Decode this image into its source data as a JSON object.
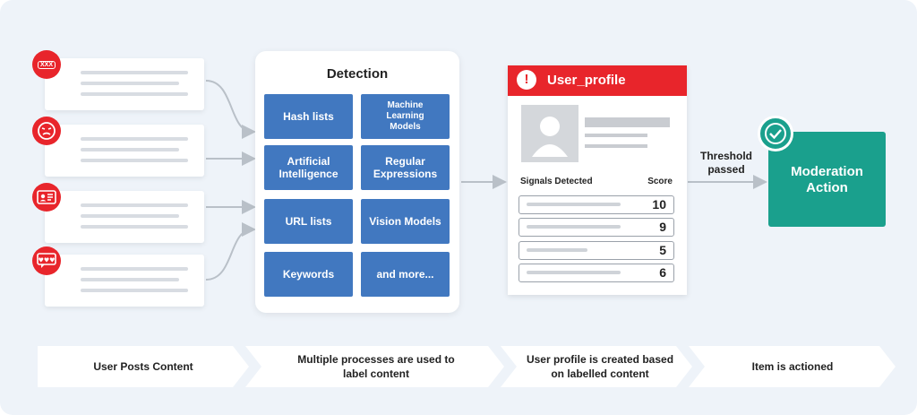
{
  "detection": {
    "title": "Detection",
    "methods": [
      "Hash lists",
      "Machine Learning Models",
      "Artificial Intelligence",
      "Regular Expressions",
      "URL lists",
      "Vision Models",
      "Keywords",
      "and more..."
    ]
  },
  "profile": {
    "title": "User_profile",
    "signals_label": "Signals Detected",
    "score_label": "Score",
    "scores": [
      "10",
      "9",
      "5",
      "6"
    ]
  },
  "threshold": "Threshold passed",
  "action": "Moderation Action",
  "posts": {
    "icons": [
      "swear-icon",
      "angry-face-icon",
      "id-card-icon",
      "hearts-message-icon"
    ],
    "swear_text": "XXX"
  },
  "steps": [
    "User Posts Content",
    "Multiple processes are used to label content",
    "User profile is created based on labelled content",
    "Item is actioned"
  ],
  "colors": {
    "red": "#e8252b",
    "blue": "#4178c0",
    "teal": "#1aa08d",
    "background": "#eef3f9"
  }
}
